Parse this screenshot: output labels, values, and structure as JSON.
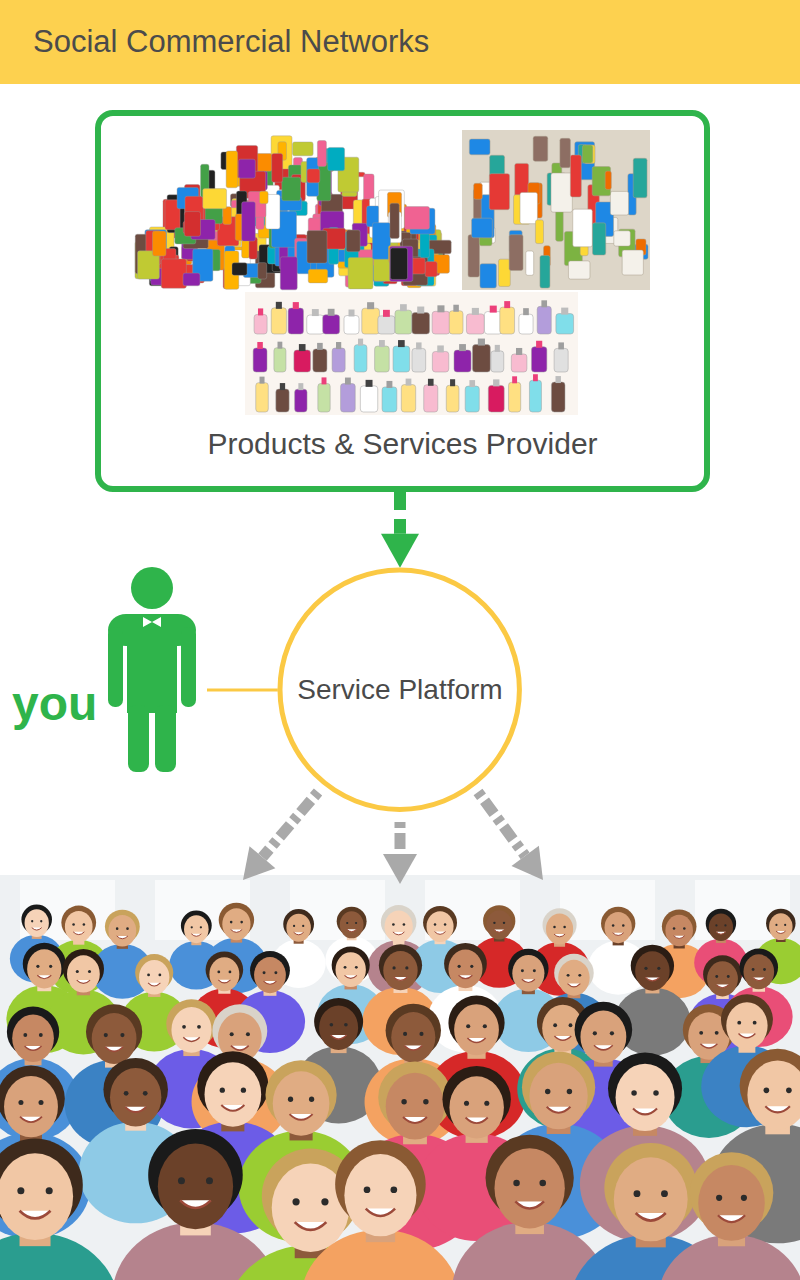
{
  "diagram": {
    "title": "Social Commercial Networks",
    "nodes": [
      {
        "text": [
          "Products & Services Provider"
        ]
      },
      {
        "text": [
          "you"
        ]
      },
      {
        "text": [
          "Service Platform"
        ]
      }
    ],
    "edges": [
      {
        "from": 0,
        "to": 2,
        "arrow": "to"
      },
      {
        "from": 1,
        "to": 2,
        "arrow": "none"
      }
    ]
  }
}
